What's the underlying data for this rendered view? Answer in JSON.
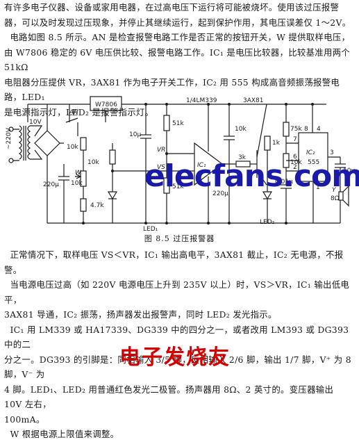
{
  "text_top": [
    "有许多电子仪器、设备或家用电器，在过高电压下运行将可能被烧坏。使用该过压报警",
    "器，可以及时发现过压现象，并停止其继续运行，起到保护作用，其电压误差仅 1～2V。",
    "电路如图 8.5 所示。AN 是检查报警电路工作是否正常的按钮开关，W 提供取样电压，",
    "由 W7806 稳定的 6V 电压供比较、报警电路工作。IC₁ 是电压比较器，比较基准用两个 51kΩ",
    "电阻器分压提供 VR，3AX81 作为电子开关工作，IC₂ 用 555 构成高音频振荡报警电路，LED₁",
    "是电源指示灯，LED₂ 是报警指示灯。"
  ],
  "text_bottom": [
    "正常情况下，取样电压 VS＜VR，IC₁ 输出高电平，3AX81 截止，IC₂ 无电源，不报警。",
    "当电源电压过高（如 220V 电源电压上升到 235V 以上）时，VS＞VR，IC₁ 输出低电平，",
    "3AX81 导通，IC₂ 振荡，扬声器发出报警声，同时 LED₂ 发光指示。",
    "IC₁ 用 LM339 或 HA17339、DG339 中的四分之一，或者改用 LM393 或 DG393 中的二",
    "分之一。DG393 的引脚是：同相输入 3/5 脚，反相输入 2/6 脚，输出 1/7 脚，V⁺ 为 8 脚，V⁻ 为",
    "4 脚。LED₁、LED₂ 用普通红色发光二极管。扬声器用 8Ω、2 英寸的。变压器输出 10V 左右，",
    "100mA。",
    "W 根据电源上限值来调整。"
  ],
  "caption": "图 8.5   过压报警器",
  "watermark_url": "elecfans.com",
  "watermark_cn": "电子发烧友",
  "schematic_labels": {
    "ac_in": "~220V",
    "v10": "10V",
    "an": "AN",
    "reg": "W7806",
    "r10k_a": "10k",
    "r10k_b": "10k",
    "w": "W",
    "w10k": "10k",
    "r47k": "4.7k",
    "c220": "220μ",
    "c10u": "10μ",
    "r51k_a": "51k",
    "r51k_b": "51k",
    "vr": "VR",
    "vs": "VS",
    "ic1_part": "1/4LM339",
    "ic1": "IC₁",
    "r3k": "3k",
    "c220b": "220μ",
    "q": "3AX81",
    "r1k_a": "1k",
    "r10k_c": "10k",
    "led1": "LED₁",
    "led2": "LED₂",
    "r75k": "75k",
    "r10k_d": "10k",
    "c001": "0.01μ",
    "ic2_a": "IC₂",
    "ic2_b": "555",
    "pin8": "8",
    "pin4": "4",
    "pin3": "3",
    "pin7": "7",
    "pin6": "6",
    "pin2": "2",
    "pin1": "1",
    "c10b": "10μ",
    "spk_y": "Y",
    "spk_r": "8Ω"
  }
}
